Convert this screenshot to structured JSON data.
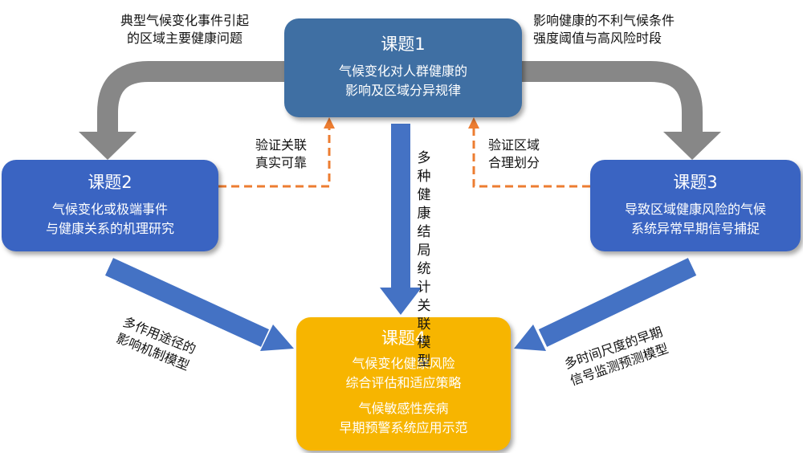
{
  "boxes": {
    "box1": {
      "title": "课题1",
      "lines": [
        "气候变化对人群健康的",
        "影响及区域分异规律"
      ]
    },
    "box2": {
      "title": "课题2",
      "lines": [
        "气候变化或极端事件",
        "与健康关系的机理研究"
      ]
    },
    "box3": {
      "title": "课题3",
      "lines": [
        "导致区域健康风险的气候",
        "系统异常早期信号捕捉"
      ]
    },
    "box4": {
      "title": "课题4",
      "lines": [
        "气候变化健康风险",
        "综合评估和适应策略",
        "气候敏感性疾病",
        "早期预警系统应用示范"
      ]
    }
  },
  "labels": {
    "top_left": [
      "典型气候变化事件引起",
      "的区域主要健康问题"
    ],
    "top_right": [
      "影响健康的不利气候条件",
      "强度阈值与高风险时段"
    ],
    "verify_left": [
      "验证关联",
      "真实可靠"
    ],
    "verify_right": [
      "验证区域",
      "合理划分"
    ],
    "center": "多种健康结局统计关联模型",
    "multi_path": [
      "多作用途径的",
      "影响机制模型"
    ],
    "early_signal": [
      "多时间尺度的早期",
      "信号监测预测模型"
    ]
  },
  "colors": {
    "box1": "#3f6fa3",
    "box23": "#3a64c2",
    "box4": "#f7b500",
    "gray_arrow": "#878787",
    "blue_arrow": "#4472c4",
    "dashed_arrow": "#ed7d31"
  }
}
